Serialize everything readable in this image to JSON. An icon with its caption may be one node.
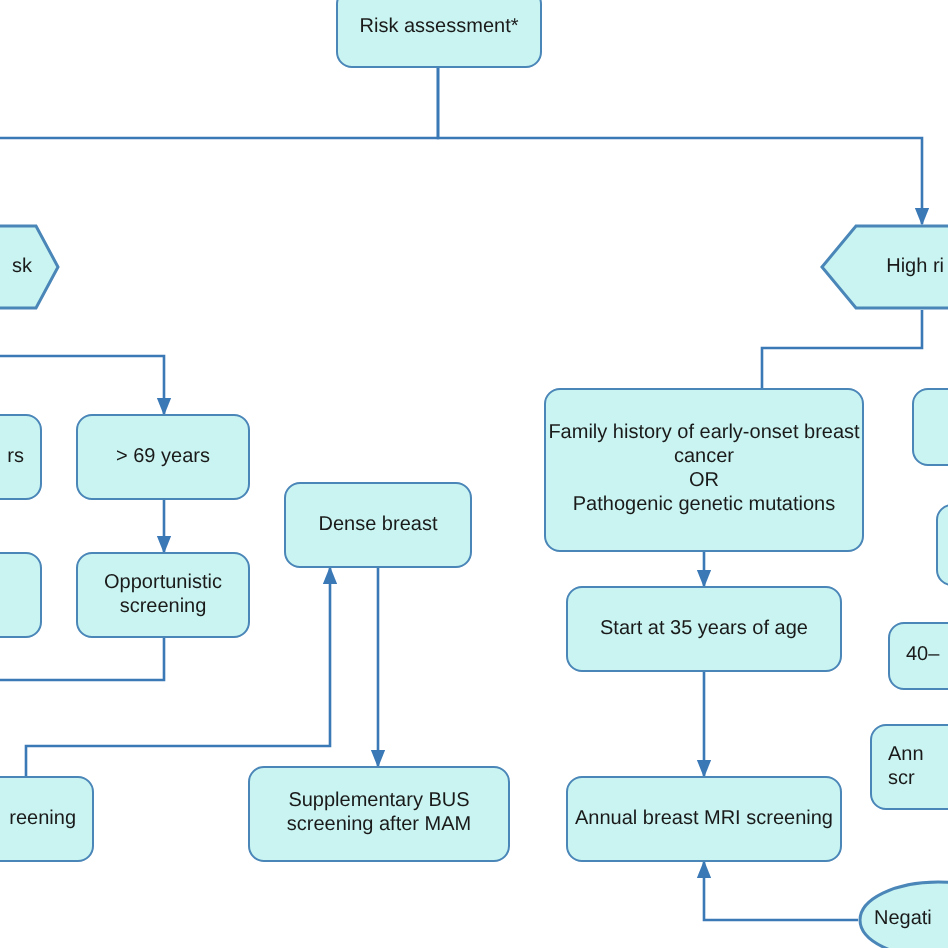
{
  "diagram": {
    "nodes": [
      {
        "text": [
          "Risk assessment*"
        ]
      },
      {
        "text": [
          "sk"
        ]
      },
      {
        "text": [
          "High ri"
        ]
      },
      {
        "text": [
          "rs"
        ]
      },
      {
        "text": [
          "> 69 years"
        ]
      },
      {
        "text": [
          "Dense breast"
        ]
      },
      {
        "text": [
          "Family history of early-onset breast cancer",
          "OR",
          "Pathogenic genetic mutations"
        ]
      },
      {
        "text": [],
        "shape": "box"
      },
      {
        "text": [],
        "shape": "box"
      },
      {
        "text": [
          "Opportunistic screening"
        ]
      },
      {
        "text": [],
        "shape": "box"
      },
      {
        "text": [
          "Start at 35 years of age"
        ]
      },
      {
        "text": [
          "40–"
        ]
      },
      {
        "text": [
          "Ann scr"
        ]
      },
      {
        "text": [
          "reening"
        ]
      },
      {
        "text": [
          "Supplementary BUS screening after MAM"
        ]
      },
      {
        "text": [
          "Annual breast MRI screening"
        ]
      },
      {
        "text": [
          "Negati"
        ]
      }
    ],
    "edges": [
      {
        "from": 0,
        "to": null,
        "arrow": "none"
      },
      {
        "from": 0,
        "to": 2,
        "arrow": "to"
      },
      {
        "from": null,
        "to": 4,
        "arrow": "to"
      },
      {
        "from": 4,
        "to": 9,
        "arrow": "to"
      },
      {
        "from": 9,
        "to": null,
        "arrow": "none"
      },
      {
        "from": 14,
        "to": 5,
        "arrow": "to"
      },
      {
        "from": 5,
        "to": 15,
        "arrow": "to"
      },
      {
        "from": 2,
        "to": 6,
        "arrow": "none"
      },
      {
        "from": 6,
        "to": 11,
        "arrow": "to"
      },
      {
        "from": 11,
        "to": 16,
        "arrow": "to"
      },
      {
        "from": 17,
        "to": 16,
        "arrow": "to"
      }
    ]
  }
}
